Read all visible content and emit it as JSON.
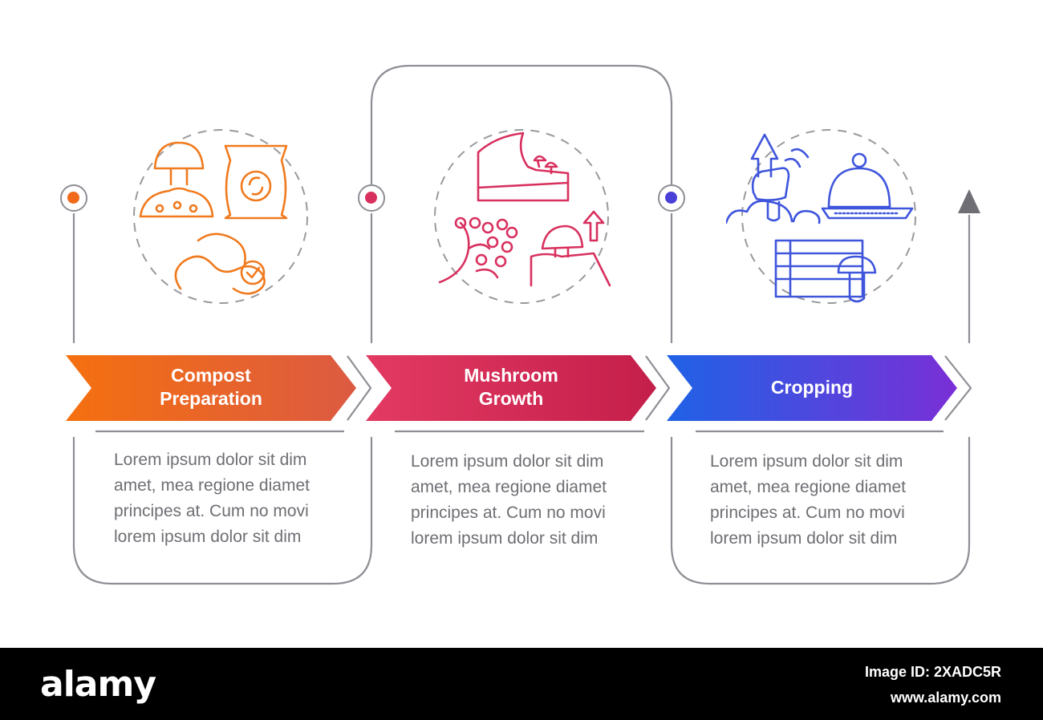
{
  "steps": [
    {
      "title_line1": "Compost",
      "title_line2": "Preparation",
      "description": [
        "Lorem ipsum dolor sit dim",
        "amet, mea regione diamet",
        "principes at. Cum no movi",
        "lorem ipsum dolor sit dim"
      ],
      "color": "#f06a1a",
      "gradient": [
        "#f5700f",
        "#dc5a42"
      ],
      "icon": "compost-icon"
    },
    {
      "title_line1": "Mushroom",
      "title_line2": "Growth",
      "description": [
        "Lorem ipsum dolor sit dim",
        "amet, mea regione diamet",
        "principes at. Cum no movi",
        "lorem ipsum dolor sit dim"
      ],
      "color": "#d8305e",
      "gradient": [
        "#e23a62",
        "#c41e4a"
      ],
      "icon": "mushroom-growth-icon"
    },
    {
      "title_line1": "Cropping",
      "title_line2": "",
      "description": [
        "Lorem ipsum dolor sit dim",
        "amet, mea regione diamet",
        "principes at. Cum no movi",
        "lorem ipsum dolor sit dim"
      ],
      "color": "#3f4fd8",
      "gradient": [
        "#1f62e6",
        "#7a2fd6"
      ],
      "icon": "cropping-icon"
    }
  ],
  "footer": {
    "brand": "alamy",
    "image_id": "Image ID: 2XADC5R",
    "site": "www.alamy.com"
  }
}
